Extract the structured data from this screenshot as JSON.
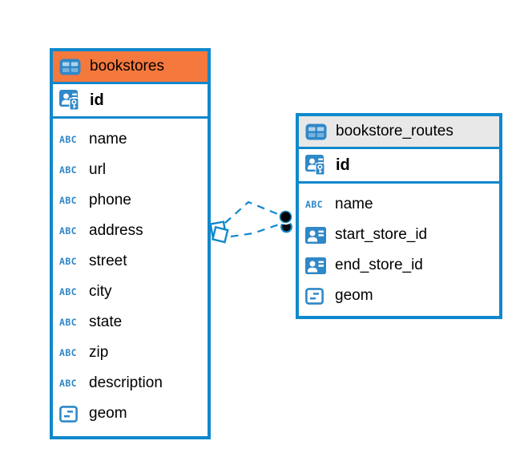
{
  "diagram_type": "entity-relationship",
  "colors": {
    "table_border": "#1088CC",
    "bookstores_header": "#F5783C",
    "bookstore_routes_header": "#E8E8E8",
    "icon_blue": "#2F88C8",
    "relationship_line": "#1088CC",
    "text": "#000000"
  },
  "icons": {
    "text_label": "ABC"
  },
  "tables": [
    {
      "name": "bookstores",
      "header_color": "#F5783C",
      "primary_key": {
        "name": "id",
        "type": "primary-key"
      },
      "fields": [
        {
          "name": "name",
          "type": "text"
        },
        {
          "name": "url",
          "type": "text"
        },
        {
          "name": "phone",
          "type": "text"
        },
        {
          "name": "address",
          "type": "text"
        },
        {
          "name": "street",
          "type": "text"
        },
        {
          "name": "city",
          "type": "text"
        },
        {
          "name": "state",
          "type": "text"
        },
        {
          "name": "zip",
          "type": "text"
        },
        {
          "name": "description",
          "type": "text"
        },
        {
          "name": "geom",
          "type": "geometry"
        }
      ]
    },
    {
      "name": "bookstore_routes",
      "header_color": "#E8E8E8",
      "primary_key": {
        "name": "id",
        "type": "primary-key"
      },
      "fields": [
        {
          "name": "name",
          "type": "text"
        },
        {
          "name": "start_store_id",
          "type": "reference"
        },
        {
          "name": "end_store_id",
          "type": "reference"
        },
        {
          "name": "geom",
          "type": "geometry"
        }
      ]
    }
  ],
  "relationships": {
    "style": "dashed",
    "color": "#1088CC",
    "line_count": 2,
    "between": [
      "bookstore_routes",
      "bookstores"
    ],
    "markers": {
      "bookstores_end": "stacked-diamonds",
      "bookstore_routes_end": "stacked-dots"
    }
  }
}
